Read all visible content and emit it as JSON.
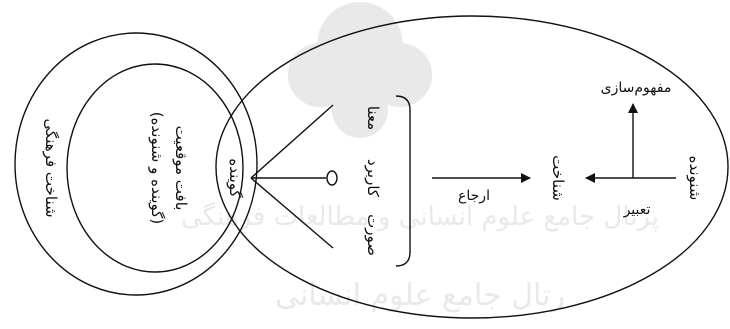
{
  "watermark": {
    "line1": "پرتال جامع علوم انسانی و مطالعات فرهنگی",
    "line2": "رتال جامع علوم انسانی"
  },
  "outer_left": {
    "label": "شناخت فرهنگی"
  },
  "inner_left": {
    "label_line1": "بافت موقعیت",
    "label_line2": "(گوینده و شنونده)"
  },
  "right_ellipse": {
    "speaker": "گوینده",
    "form": "صورت",
    "usage": "کاربرد",
    "meaning": "معنا",
    "reference": "ارجاع",
    "cognition": "شناخت",
    "expression": "تعبیر",
    "listener": "شنونده",
    "conceptualization": "مفهوم‌سازی"
  },
  "colors": {
    "ink": "#111111",
    "watermark": "#e7e7e7"
  }
}
